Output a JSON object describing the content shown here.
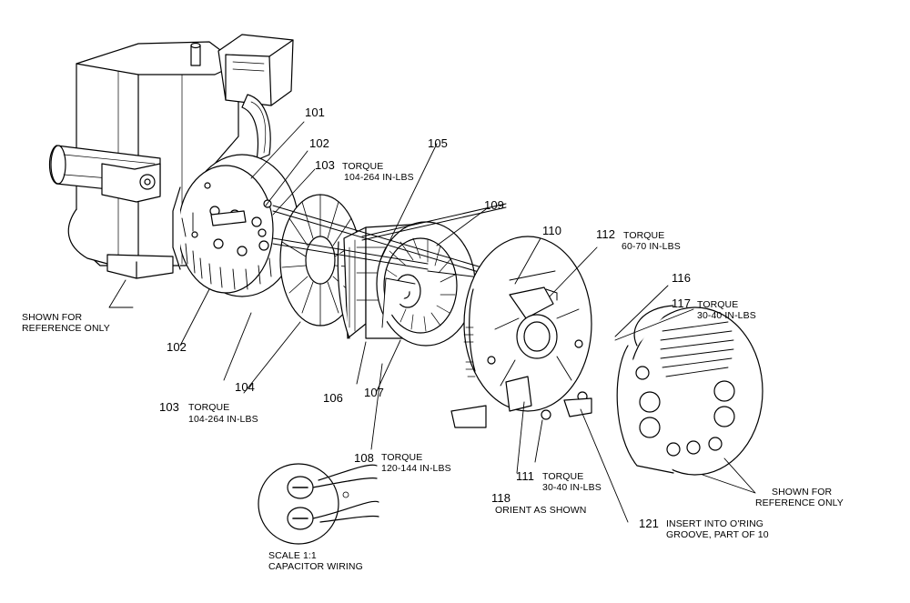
{
  "labels": {
    "p101": "101",
    "p102_top": "102",
    "p103_top": "103",
    "p103_top_torque": "TORQUE",
    "p103_top_value": "104-264 IN-LBS",
    "p105": "105",
    "p109": "109",
    "p110": "110",
    "p112": "112",
    "p112_torque": "TORQUE",
    "p112_value": "60-70 IN-LBS",
    "p116": "116",
    "p117": "117",
    "p117_torque": "TORQUE",
    "p117_value": "30-40 IN-LBS",
    "ref_left_1": "SHOWN FOR",
    "ref_left_2": "REFERENCE ONLY",
    "p102_bottom": "102",
    "p104": "104",
    "p106": "106",
    "p107": "107",
    "p103_bottom": "103",
    "p103_bottom_torque": "TORQUE",
    "p103_bottom_value": "104-264 IN-LBS",
    "p108": "108",
    "p108_torque": "TORQUE",
    "p108_value": "120-144 IN-LBS",
    "p111": "111",
    "p111_torque": "TORQUE",
    "p111_value": "30-40 IN-LBS",
    "p118": "118",
    "p118_note": "ORIENT AS SHOWN",
    "p121": "121",
    "p121_note_1": "INSERT INTO O'RING",
    "p121_note_2": "GROOVE, PART OF 10",
    "ref_right_1": "SHOWN FOR",
    "ref_right_2": "REFERENCE ONLY",
    "scale_1": "SCALE 1:1",
    "scale_2": "CAPACITOR WIRING"
  }
}
